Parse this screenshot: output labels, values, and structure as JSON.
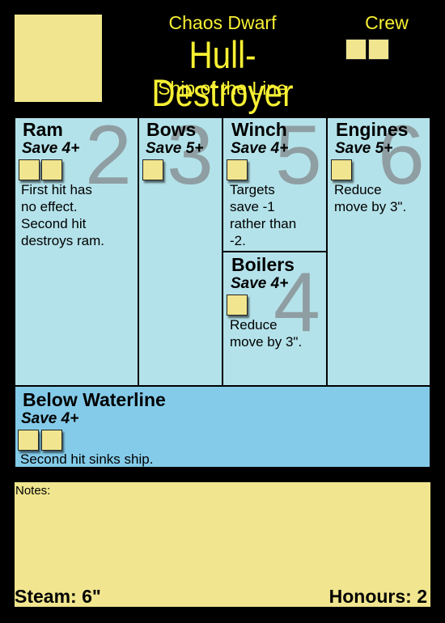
{
  "header": {
    "faction": "Chaos Dwarf",
    "ship_name": "Hull-Destroyer",
    "ship_class": "Ship of the Line",
    "crew_label": "Crew",
    "crew_boxes": 2
  },
  "sections": {
    "ram": {
      "name": "Ram",
      "save": "Save 4+",
      "number": "2",
      "boxes": 2,
      "desc": [
        "First hit has",
        "no effect.",
        "Second hit",
        "destroys ram."
      ]
    },
    "bows": {
      "name": "Bows",
      "save": "Save 5+",
      "number": "3",
      "boxes": 1
    },
    "winch": {
      "name": "Winch",
      "save": "Save 4+",
      "number": "5",
      "boxes": 1,
      "desc": [
        "Targets",
        "save -1",
        "rather than",
        "-2."
      ]
    },
    "boilers": {
      "name": "Boilers",
      "save": "Save 4+",
      "number": "4",
      "boxes": 1,
      "desc": [
        "Reduce",
        "move by 3\"."
      ]
    },
    "engines": {
      "name": "Engines",
      "save": "Save 5+",
      "number": "6",
      "boxes": 1,
      "desc": [
        "Reduce",
        "move by 3\"."
      ]
    },
    "below_waterline": {
      "name": "Below Waterline",
      "save": "Save 4+",
      "boxes": 2,
      "desc": "Second hit sinks ship."
    }
  },
  "notes": {
    "label": "Notes:"
  },
  "footer": {
    "steam": "Steam: 6\"",
    "honours": "Honours: 2"
  },
  "colors": {
    "background": "#000000",
    "pale_yellow": "#f1e68f",
    "title_yellow": "#f7f033",
    "section_blue": "#b4e2ea",
    "waterline_blue": "#84cbe9",
    "number_gray": "#8f9ea2"
  }
}
